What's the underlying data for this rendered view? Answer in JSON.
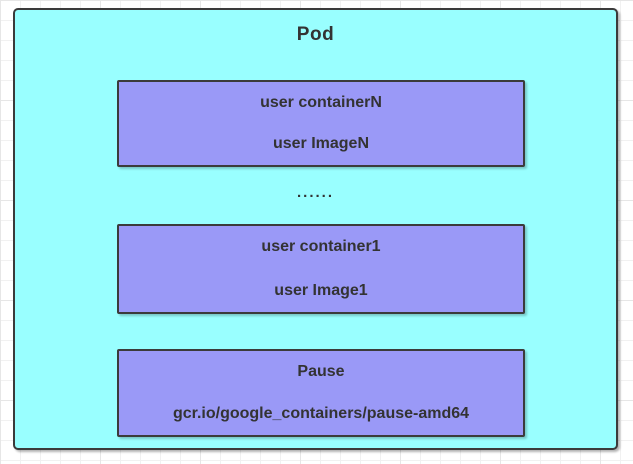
{
  "diagram": {
    "title": "Pod",
    "ellipsis": "......",
    "containers": [
      {
        "name": "user containerN",
        "image": "user ImageN"
      },
      {
        "name": "user container1",
        "image": "user Image1"
      },
      {
        "name": "Pause",
        "image": "gcr.io/google_containers/pause-amd64"
      }
    ],
    "colors": {
      "pod_fill": "#99FFFF",
      "container_fill": "#9A99F7",
      "border": "#3B3B3B",
      "text": "#333333",
      "canvas_bg": "#FFFFFF",
      "grid_minor": "#F1F1F1",
      "grid_major": "#E6E6E6"
    }
  }
}
